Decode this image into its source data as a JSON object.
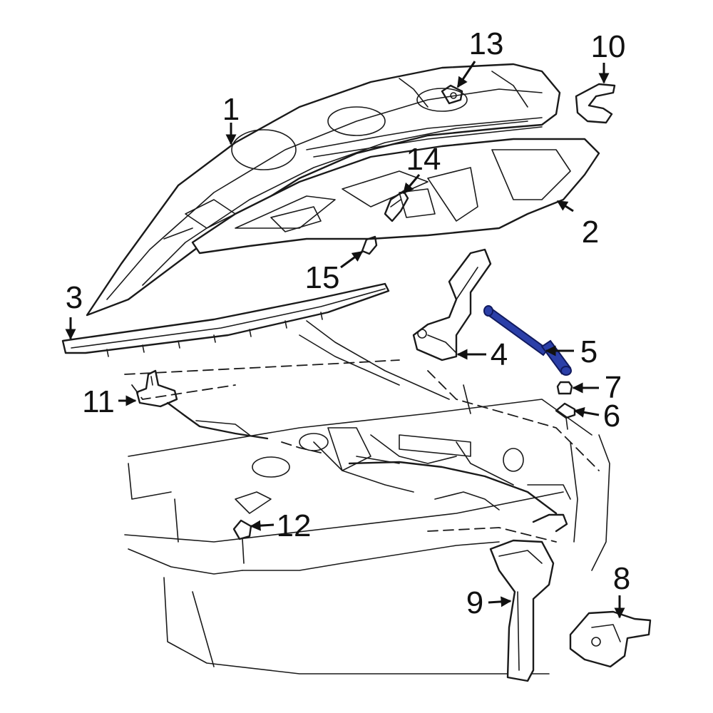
{
  "diagram": {
    "highlight_color": "#2b3fa8",
    "callouts": [
      {
        "id": "c1",
        "label": "1"
      },
      {
        "id": "c2",
        "label": "2"
      },
      {
        "id": "c3",
        "label": "3"
      },
      {
        "id": "c4",
        "label": "4"
      },
      {
        "id": "c5",
        "label": "5"
      },
      {
        "id": "c6",
        "label": "6"
      },
      {
        "id": "c7",
        "label": "7"
      },
      {
        "id": "c8",
        "label": "8"
      },
      {
        "id": "c9",
        "label": "9"
      },
      {
        "id": "c10",
        "label": "10"
      },
      {
        "id": "c11",
        "label": "11"
      },
      {
        "id": "c12",
        "label": "12"
      },
      {
        "id": "c13",
        "label": "13"
      },
      {
        "id": "c14",
        "label": "14"
      },
      {
        "id": "c15",
        "label": "15"
      }
    ]
  }
}
